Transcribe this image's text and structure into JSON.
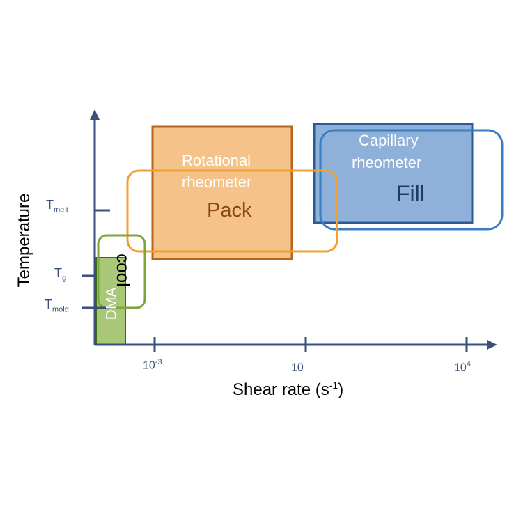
{
  "colors": {
    "axis": "#3a4f7a",
    "rotational_fill": "#f5c28a",
    "rotational_border": "#b5651d",
    "pack_border": "#f0a030",
    "capillary_fill": "#8fb0d8",
    "capillary_border": "#2c5a95",
    "fill_border": "#3a7dc0",
    "dma_fill": "#a8c878",
    "dma_border": "#3a6a1a",
    "cool_border": "#7aa63a",
    "pack_text": "#8a4a0e",
    "fill_text": "#1f3a66"
  },
  "y_axis": {
    "title": "Temperature",
    "ticks": [
      {
        "main": "T",
        "sub": "melt"
      },
      {
        "main": "T",
        "sub": "g"
      },
      {
        "main": "T",
        "sub": "mold"
      }
    ]
  },
  "x_axis": {
    "title_main": "Shear rate (s",
    "title_sup": "-1",
    "title_end": ")",
    "ticks": [
      {
        "base": "10",
        "sup": "-3"
      },
      {
        "base": "10",
        "sup": ""
      },
      {
        "base": "10",
        "sup": "4"
      }
    ]
  },
  "regions": {
    "rotational": {
      "line1": "Rotational",
      "line2": "rheometer"
    },
    "pack": {
      "label": "Pack"
    },
    "capillary": {
      "line1": "Capillary",
      "line2": "rheometer"
    },
    "fill": {
      "label": "Fill"
    },
    "dma": {
      "label": "DMA"
    },
    "cool": {
      "label": "cool"
    }
  }
}
